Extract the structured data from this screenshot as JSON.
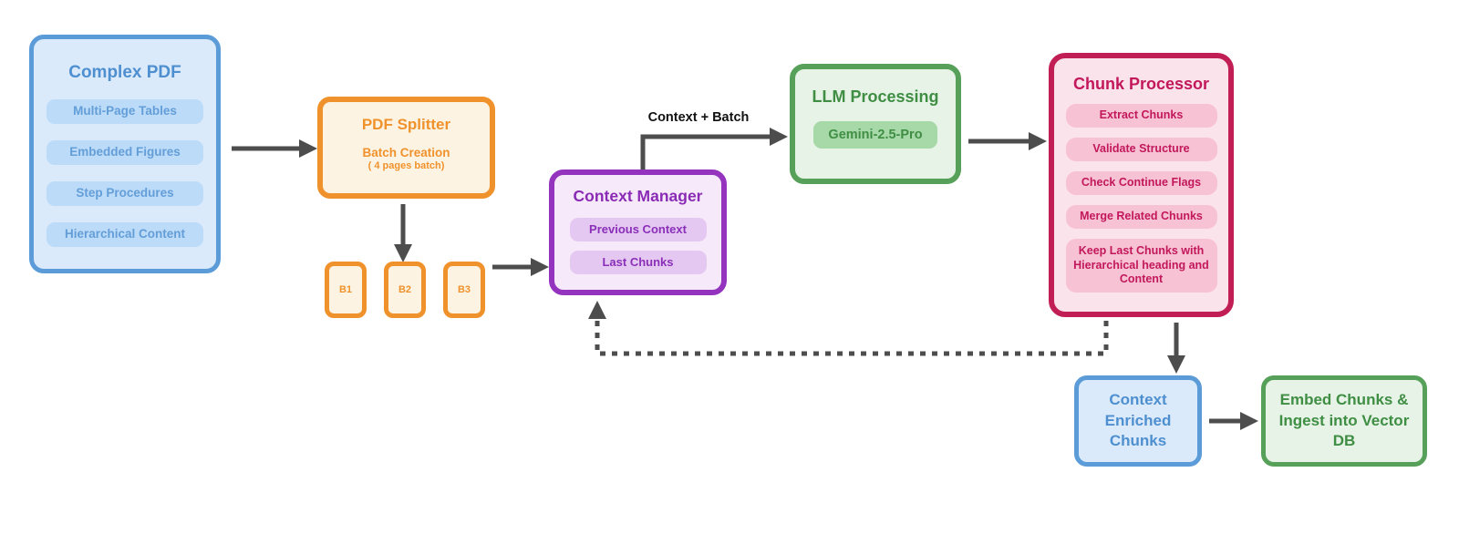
{
  "diagram": {
    "nodes": {
      "complex_pdf": {
        "title": "Complex PDF",
        "items": [
          "Multi-Page Tables",
          "Embedded Figures",
          "Step Procedures",
          "Hierarchical Content"
        ]
      },
      "pdf_splitter": {
        "title": "PDF Splitter",
        "subtitle": "Batch Creation",
        "note": "( 4 pages batch)"
      },
      "batches": [
        "B1",
        "B2",
        "B3"
      ],
      "context_manager": {
        "title": "Context Manager",
        "items": [
          "Previous Context",
          "Last Chunks"
        ]
      },
      "llm": {
        "title": "LLM Processing",
        "model": "Gemini-2.5-Pro"
      },
      "chunk_processor": {
        "title": "Chunk Processor",
        "items": [
          "Extract Chunks",
          "Validate Structure",
          "Check Continue Flags",
          "Merge Related Chunks",
          "Keep Last  Chunks with Hierarchical heading and Content"
        ]
      },
      "context_enriched": {
        "title": "Context Enriched Chunks"
      },
      "embed": {
        "title": "Embed Chunks & Ingest into Vector DB"
      }
    },
    "edges": {
      "context_batch_label": "Context + Batch"
    },
    "colors": {
      "background": "#FFFFFF",
      "blue_border": "#5B9BD8",
      "blue_fill": "#DAEAFB",
      "blue_pill": "#BCDBF8",
      "blue_text": "#4E8FD0",
      "blue_pill_text": "#639ED9",
      "orange_border": "#F0922B",
      "orange_fill": "#FDF3E3",
      "orange_text": "#F0922B",
      "purple_border": "#9333BE",
      "purple_fill": "#F6E9FA",
      "purple_pill": "#E5C8F2",
      "purple_text": "#8A2BB5",
      "purple_pill_text": "#8A2FB8",
      "green_border": "#56A05A",
      "green_fill": "#E6F3E6",
      "green_pill": "#A6D8A8",
      "green_text": "#3F8E44",
      "pink_border": "#C21E56",
      "pink_fill": "#FBE3EC",
      "pink_pill": "#F7C2D4",
      "pink_text": "#C2185B",
      "arrow": "#4D4D4D",
      "label_text": "#111111"
    }
  }
}
